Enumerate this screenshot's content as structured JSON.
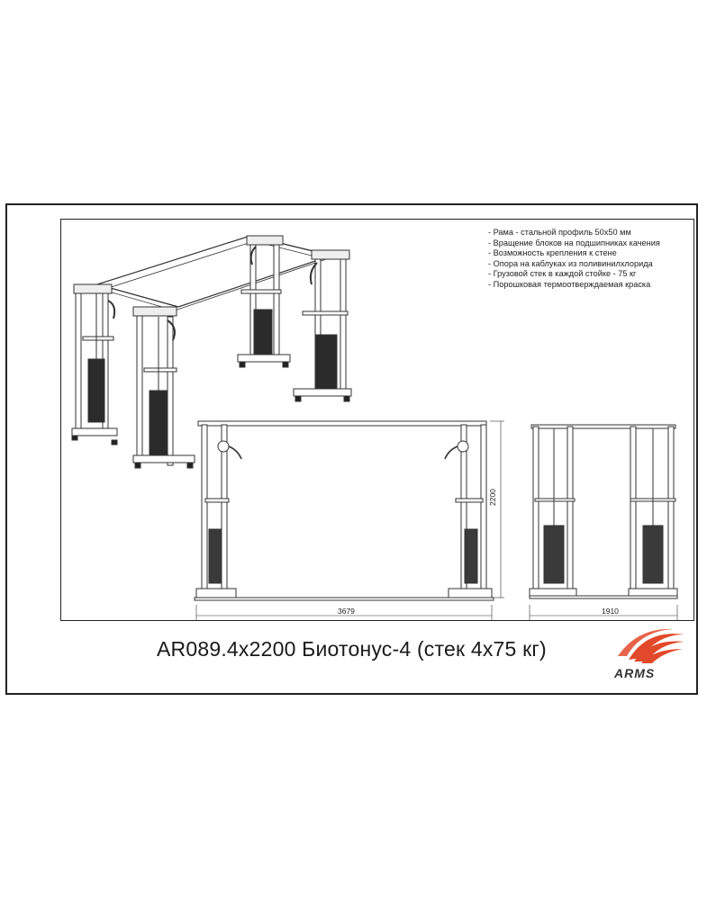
{
  "specs": [
    "- Рама - стальной профиль 50х50 мм",
    "- Вращение блоков на подшипниках качения",
    "- Возможность крепления к стене",
    "- Опора на каблуках из поливинилхлорида",
    "- Грузовой стек в каждой стойке - 75 кг",
    "- Порошковая термоотверждаемая краска"
  ],
  "dimensions": {
    "height": "2200",
    "width_front": "3679",
    "width_side": "1910"
  },
  "title": "AR089.4х2200 Биотонус-4 (стек 4х75 кг)",
  "logo": {
    "text": "ARMS",
    "color": "#e2492a"
  }
}
